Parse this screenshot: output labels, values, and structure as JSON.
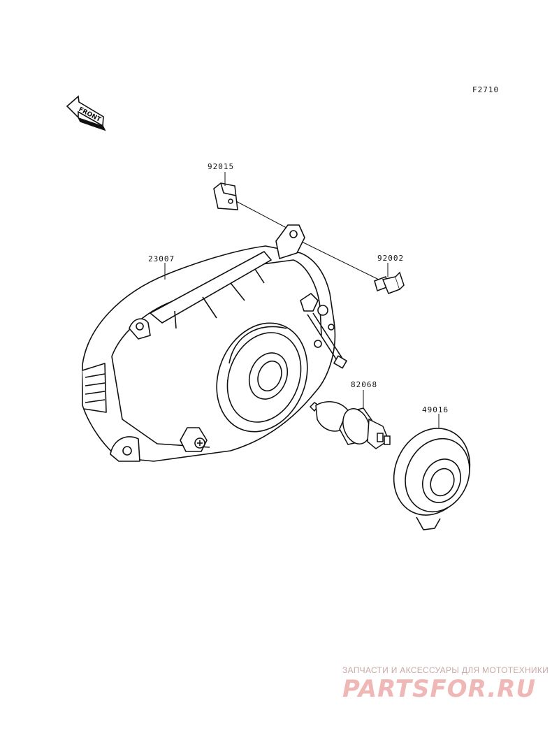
{
  "figure_code": "F2710",
  "front_label": "FRONT",
  "parts": [
    {
      "part_no": "92015"
    },
    {
      "part_no": "92002"
    },
    {
      "part_no": "23007"
    },
    {
      "part_no": "82068"
    },
    {
      "part_no": "49016"
    }
  ],
  "watermark": {
    "tagline": "ЗАПЧАСТИ И АКСЕССУАРЫ ДЛЯ МОТОТЕХНИКИ",
    "logo_text": "PARTSFOR.RU"
  }
}
